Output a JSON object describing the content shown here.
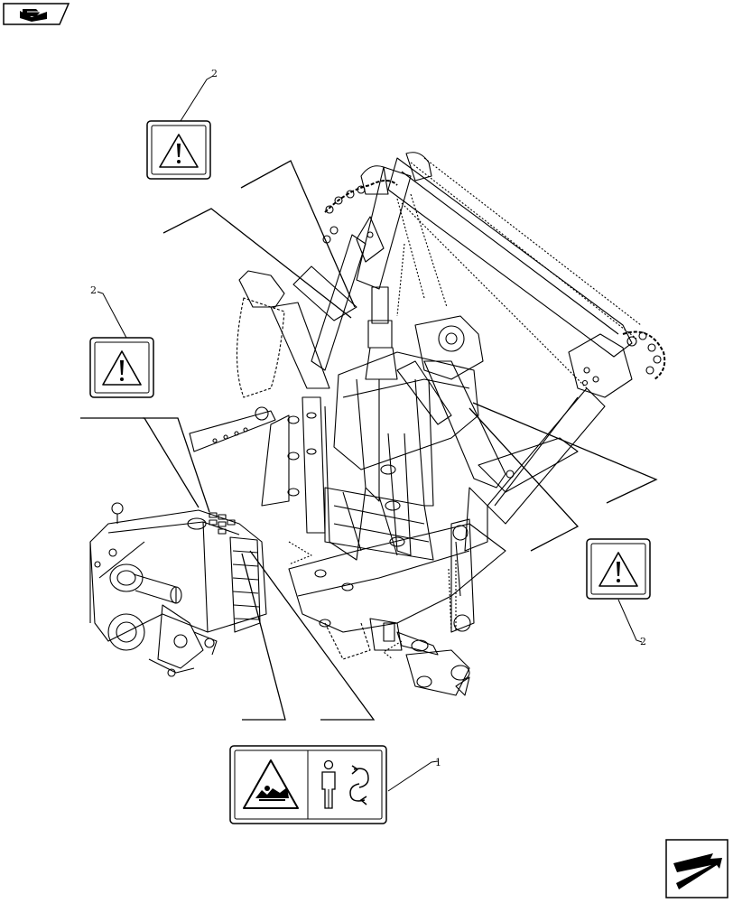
{
  "callouts": [
    {
      "id": "callout-2-top",
      "number": "2"
    },
    {
      "id": "callout-2-left",
      "number": "2"
    },
    {
      "id": "callout-2-right",
      "number": "2"
    },
    {
      "id": "callout-1-bottom",
      "number": "1"
    }
  ],
  "decals": [
    {
      "name": "warning-decal-top",
      "icon": "warning-triangle-icon"
    },
    {
      "name": "warning-decal-left",
      "icon": "warning-triangle-icon"
    },
    {
      "name": "warning-decal-right",
      "icon": "warning-triangle-icon"
    },
    {
      "name": "crush-hazard-decal",
      "icons": [
        "crush-hazard-icon",
        "person-icon",
        "rotation-arrows-icon"
      ]
    }
  ],
  "navigation": {
    "top_left_icon": "book-arrow-icon",
    "bottom_right_icon": "next-page-arrow-icon"
  },
  "colors": {
    "ink": "#000000",
    "paper": "#ffffff"
  }
}
